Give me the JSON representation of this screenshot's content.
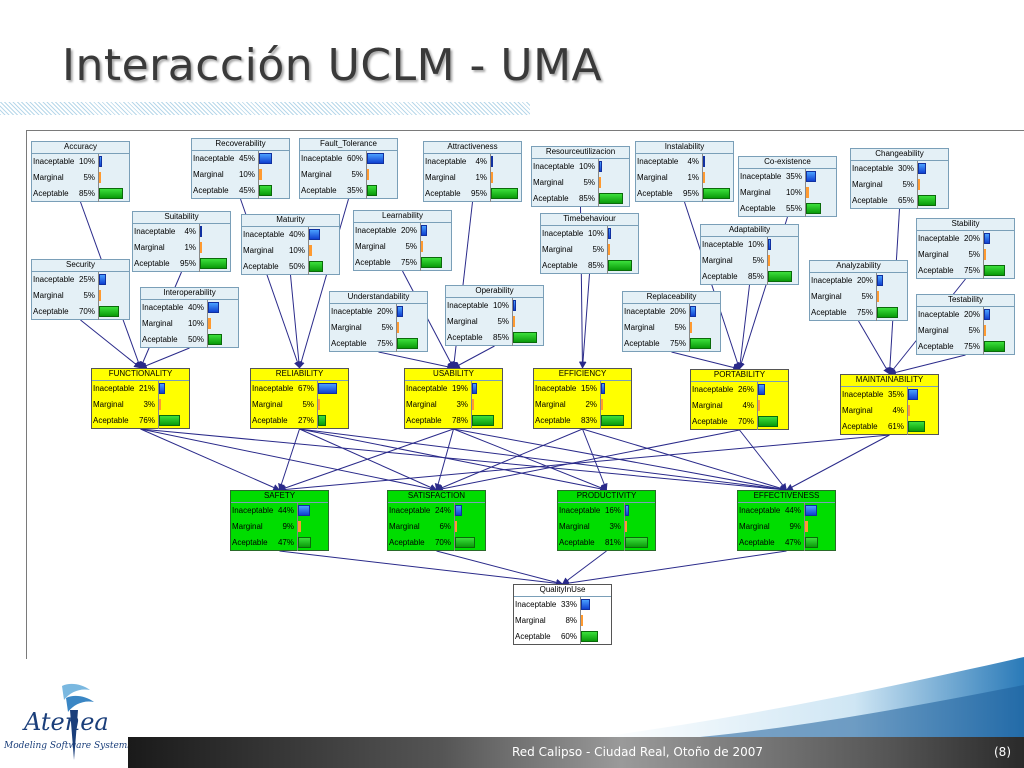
{
  "slide": {
    "title": "Interacción UCLM - UMA",
    "footer": "Red Calipso - Ciudad Real, Otoño de 2007",
    "page": "(8)"
  },
  "logo": {
    "name": "Atenea",
    "subtitle": "Modeling Software Systems"
  },
  "colors": {
    "node_white": "#e4f0f6",
    "node_yellow": "#ffff00",
    "node_green": "#00dd00",
    "bar_blue": "#1040d0",
    "bar_orange": "#ff9a30",
    "bar_green": "#0a9a0a",
    "edge": "#2a2a8a"
  },
  "states": [
    "Inaceptable",
    "Marginal",
    "Aceptable"
  ],
  "nodes": [
    {
      "id": "accuracy",
      "name": "Accuracy",
      "kind": "white",
      "values": [
        10,
        5,
        85
      ],
      "pcts": [
        "10%",
        "5%",
        "85%"
      ]
    },
    {
      "id": "recoverability",
      "name": "Recoverability",
      "kind": "white",
      "values": [
        45,
        10,
        45
      ],
      "pcts": [
        "45%",
        "10%",
        "45%"
      ]
    },
    {
      "id": "fault_tolerance",
      "name": "Fault_Tolerance",
      "kind": "white",
      "values": [
        60,
        5,
        35
      ],
      "pcts": [
        "60%",
        "5%",
        "35%"
      ]
    },
    {
      "id": "attractiveness",
      "name": "Attractiveness",
      "kind": "white",
      "values": [
        4,
        1,
        95
      ],
      "pcts": [
        "4%",
        "1%",
        "95%"
      ]
    },
    {
      "id": "resourceutilization",
      "name": "Resourceutilizacion",
      "kind": "white",
      "values": [
        10,
        5,
        85
      ],
      "pcts": [
        "10%",
        "5%",
        "85%"
      ]
    },
    {
      "id": "instalability",
      "name": "Instalability",
      "kind": "white",
      "values": [
        4,
        1,
        95
      ],
      "pcts": [
        "4%",
        "1%",
        "95%"
      ]
    },
    {
      "id": "coexistence",
      "name": "Co-existence",
      "kind": "white",
      "values": [
        35,
        10,
        55
      ],
      "pcts": [
        "35%",
        "10%",
        "55%"
      ]
    },
    {
      "id": "changeability",
      "name": "Changeability",
      "kind": "white",
      "values": [
        30,
        5,
        65
      ],
      "pcts": [
        "30%",
        "5%",
        "65%"
      ]
    },
    {
      "id": "suitability",
      "name": "Suitability",
      "kind": "white",
      "values": [
        4,
        1,
        95
      ],
      "pcts": [
        "4%",
        "1%",
        "95%"
      ]
    },
    {
      "id": "maturity",
      "name": "Maturity",
      "kind": "white",
      "values": [
        40,
        10,
        50
      ],
      "pcts": [
        "40%",
        "10%",
        "50%"
      ]
    },
    {
      "id": "learnability",
      "name": "Learnability",
      "kind": "white",
      "values": [
        20,
        5,
        75
      ],
      "pcts": [
        "20%",
        "5%",
        "75%"
      ]
    },
    {
      "id": "timebehaviour",
      "name": "Timebehaviour",
      "kind": "white",
      "values": [
        10,
        5,
        85
      ],
      "pcts": [
        "10%",
        "5%",
        "85%"
      ]
    },
    {
      "id": "adaptability",
      "name": "Adaptability",
      "kind": "white",
      "values": [
        10,
        5,
        85
      ],
      "pcts": [
        "10%",
        "5%",
        "85%"
      ]
    },
    {
      "id": "stability",
      "name": "Stability",
      "kind": "white",
      "values": [
        20,
        5,
        75
      ],
      "pcts": [
        "20%",
        "5%",
        "75%"
      ]
    },
    {
      "id": "security",
      "name": "Security",
      "kind": "white",
      "values": [
        25,
        5,
        70
      ],
      "pcts": [
        "25%",
        "5%",
        "70%"
      ]
    },
    {
      "id": "analyzability",
      "name": "Analyzability",
      "kind": "white",
      "values": [
        20,
        5,
        75
      ],
      "pcts": [
        "20%",
        "5%",
        "75%"
      ]
    },
    {
      "id": "operability",
      "name": "Operability",
      "kind": "white",
      "values": [
        10,
        5,
        85
      ],
      "pcts": [
        "10%",
        "5%",
        "85%"
      ]
    },
    {
      "id": "interoperability",
      "name": "Interoperability",
      "kind": "white",
      "values": [
        40,
        10,
        50
      ],
      "pcts": [
        "40%",
        "10%",
        "50%"
      ]
    },
    {
      "id": "understandability",
      "name": "Understandability",
      "kind": "white",
      "values": [
        20,
        5,
        75
      ],
      "pcts": [
        "20%",
        "5%",
        "75%"
      ]
    },
    {
      "id": "replaceability",
      "name": "Replaceability",
      "kind": "white",
      "values": [
        20,
        5,
        75
      ],
      "pcts": [
        "20%",
        "5%",
        "75%"
      ]
    },
    {
      "id": "testability",
      "name": "Testability",
      "kind": "white",
      "values": [
        20,
        5,
        75
      ],
      "pcts": [
        "20%",
        "5%",
        "75%"
      ]
    },
    {
      "id": "functionality",
      "name": "FUNCTIONALITY",
      "kind": "yellow",
      "values": [
        21,
        3,
        76
      ],
      "pcts": [
        "21%",
        "3%",
        "76%"
      ]
    },
    {
      "id": "reliability",
      "name": "RELIABILITY",
      "kind": "yellow",
      "values": [
        67,
        5,
        27
      ],
      "pcts": [
        "67%",
        "5%",
        "27%"
      ]
    },
    {
      "id": "usability",
      "name": "USABILITY",
      "kind": "yellow",
      "values": [
        19,
        3,
        78
      ],
      "pcts": [
        "19%",
        "3%",
        "78%"
      ]
    },
    {
      "id": "efficiency",
      "name": "EFFICIENCY",
      "kind": "yellow",
      "values": [
        15,
        2,
        83
      ],
      "pcts": [
        "15%",
        "2%",
        "83%"
      ]
    },
    {
      "id": "portability",
      "name": "PORTABILITY",
      "kind": "yellow",
      "values": [
        26,
        4,
        70
      ],
      "pcts": [
        "26%",
        "4%",
        "70%"
      ]
    },
    {
      "id": "maintainability",
      "name": "MAINTAINABILITY",
      "kind": "yellow",
      "values": [
        35,
        4,
        61
      ],
      "pcts": [
        "35%",
        "4%",
        "61%"
      ]
    },
    {
      "id": "safety",
      "name": "SAFETY",
      "kind": "green",
      "values": [
        44,
        9,
        47
      ],
      "pcts": [
        "44%",
        "9%",
        "47%"
      ]
    },
    {
      "id": "satisfaction",
      "name": "SATISFACTION",
      "kind": "green",
      "values": [
        24,
        6,
        70
      ],
      "pcts": [
        "24%",
        "6%",
        "70%"
      ]
    },
    {
      "id": "productivity",
      "name": "PRODUCTIVITY",
      "kind": "green",
      "values": [
        16,
        3,
        81
      ],
      "pcts": [
        "16%",
        "3%",
        "81%"
      ]
    },
    {
      "id": "effectiveness",
      "name": "EFFECTIVENESS",
      "kind": "green",
      "values": [
        44,
        9,
        47
      ],
      "pcts": [
        "44%",
        "9%",
        "47%"
      ]
    },
    {
      "id": "qualityinuse",
      "name": "QualityInUse",
      "kind": "plain",
      "values": [
        33,
        8,
        60
      ],
      "pcts": [
        "33%",
        "8%",
        "60%"
      ]
    }
  ],
  "edges": [
    [
      "accuracy",
      "functionality"
    ],
    [
      "suitability",
      "functionality"
    ],
    [
      "security",
      "functionality"
    ],
    [
      "interoperability",
      "functionality"
    ],
    [
      "recoverability",
      "reliability"
    ],
    [
      "fault_tolerance",
      "reliability"
    ],
    [
      "maturity",
      "reliability"
    ],
    [
      "attractiveness",
      "usability"
    ],
    [
      "learnability",
      "usability"
    ],
    [
      "understandability",
      "usability"
    ],
    [
      "operability",
      "usability"
    ],
    [
      "resourceutilization",
      "efficiency"
    ],
    [
      "timebehaviour",
      "efficiency"
    ],
    [
      "instalability",
      "portability"
    ],
    [
      "coexistence",
      "portability"
    ],
    [
      "adaptability",
      "portability"
    ],
    [
      "replaceability",
      "portability"
    ],
    [
      "changeability",
      "maintainability"
    ],
    [
      "stability",
      "maintainability"
    ],
    [
      "analyzability",
      "maintainability"
    ],
    [
      "testability",
      "maintainability"
    ],
    [
      "functionality",
      "safety"
    ],
    [
      "functionality",
      "satisfaction"
    ],
    [
      "functionality",
      "effectiveness"
    ],
    [
      "reliability",
      "safety"
    ],
    [
      "reliability",
      "satisfaction"
    ],
    [
      "reliability",
      "productivity"
    ],
    [
      "reliability",
      "effectiveness"
    ],
    [
      "usability",
      "safety"
    ],
    [
      "usability",
      "satisfaction"
    ],
    [
      "usability",
      "productivity"
    ],
    [
      "usability",
      "effectiveness"
    ],
    [
      "efficiency",
      "satisfaction"
    ],
    [
      "efficiency",
      "productivity"
    ],
    [
      "efficiency",
      "effectiveness"
    ],
    [
      "portability",
      "satisfaction"
    ],
    [
      "portability",
      "effectiveness"
    ],
    [
      "maintainability",
      "safety"
    ],
    [
      "maintainability",
      "effectiveness"
    ],
    [
      "safety",
      "qualityinuse"
    ],
    [
      "satisfaction",
      "qualityinuse"
    ],
    [
      "productivity",
      "qualityinuse"
    ],
    [
      "effectiveness",
      "qualityinuse"
    ]
  ]
}
